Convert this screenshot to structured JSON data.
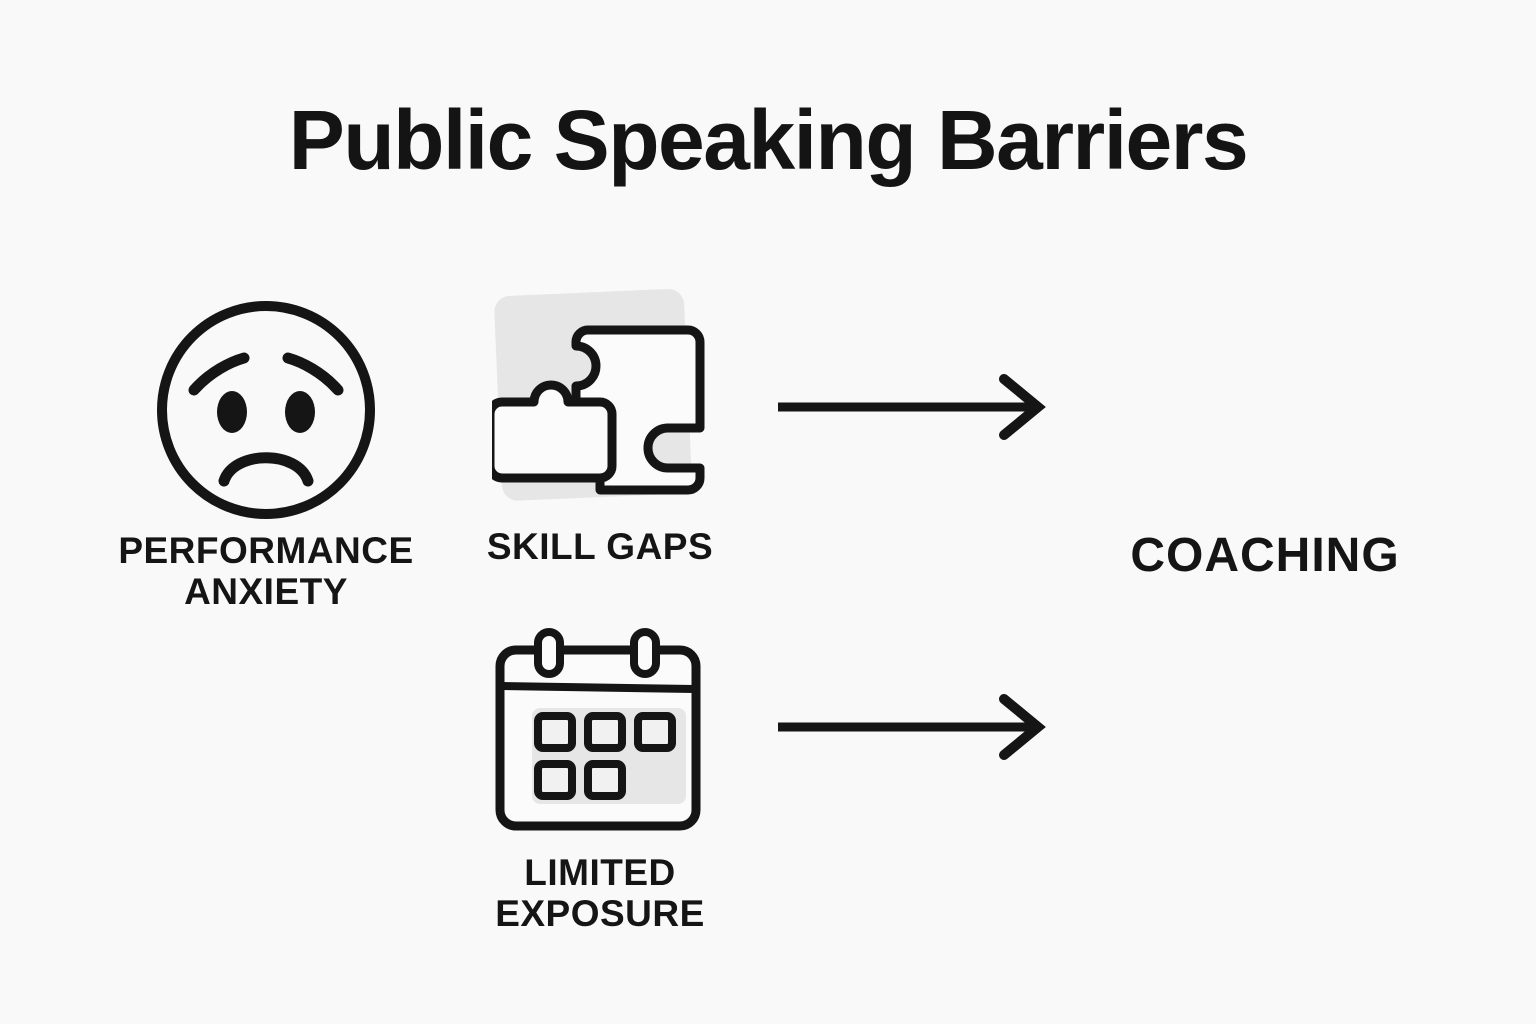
{
  "page": {
    "title": "Public Speaking Barriers",
    "background_color": "#f9f9f9",
    "ink_color": "#151515",
    "accent_gray": "#e4e4e4"
  },
  "barriers": [
    {
      "id": "performance-anxiety",
      "label": "PERFORMANCE\nANXIETY",
      "icon": "worried-face-icon"
    },
    {
      "id": "skill-gaps",
      "label": "SKILL GAPS",
      "icon": "puzzle-pieces-icon"
    },
    {
      "id": "limited-exposure",
      "label": "LIMITED\nEXPOSURE",
      "icon": "calendar-icon"
    }
  ],
  "arrows": [
    {
      "id": "arrow-top",
      "icon": "arrow-right-icon"
    },
    {
      "id": "arrow-bottom",
      "icon": "arrow-right-icon"
    }
  ],
  "outcome": {
    "label": "COACHING"
  }
}
